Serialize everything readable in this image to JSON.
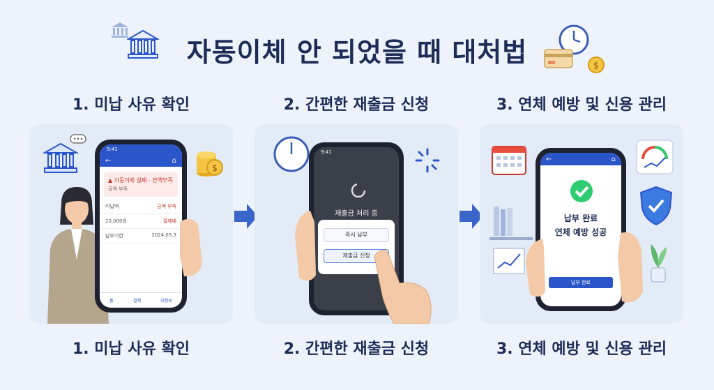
{
  "title": "자동이체 안 되었을 때 대처법",
  "steps": [
    {
      "heading": "1. 미납 사유 확인",
      "caption": "1. 미납 사유 확인",
      "phone": {
        "time": "9:41",
        "alert_title": "자동이체 실패 - 잔액부족",
        "alert_sub": "금액 부족",
        "rows": [
          {
            "left": "미납액",
            "right": "금액 부족"
          },
          {
            "left": "20,000원",
            "right": "결제예"
          },
          {
            "left": "납부기한",
            "right": "2024.03.3"
          }
        ],
        "tabs": [
          "홈",
          "결제",
          "내정보"
        ]
      }
    },
    {
      "heading": "2. 간편한 재출금 신청",
      "caption": "2. 간편한 재출금 신청",
      "phone": {
        "time": "9:41",
        "processing": "재출금 처리 중",
        "btn_pay_now": "즉시 납부",
        "btn_rewithdraw": "재출금 신청"
      }
    },
    {
      "heading": "3. 연체 예방 및 신용 관리",
      "caption": "3. 연체 예방 및 신용 관리",
      "phone": {
        "line1": "납부 완료",
        "line2": "연체 예방 성공",
        "btn_done": "납부 완료"
      }
    }
  ],
  "colors": {
    "background": "#eef3fb",
    "primary": "#2b56c9",
    "title": "#1d2b57",
    "alert": "#e74c3c",
    "success": "#2ecc71"
  },
  "icons": [
    "bank-icon",
    "clock-icon",
    "credit-card-icon",
    "coin-icon",
    "calendar-icon",
    "gauge-icon",
    "shield-check-icon",
    "plant-icon",
    "spinner-icon",
    "check-circle-icon",
    "arrow-right-icon"
  ]
}
